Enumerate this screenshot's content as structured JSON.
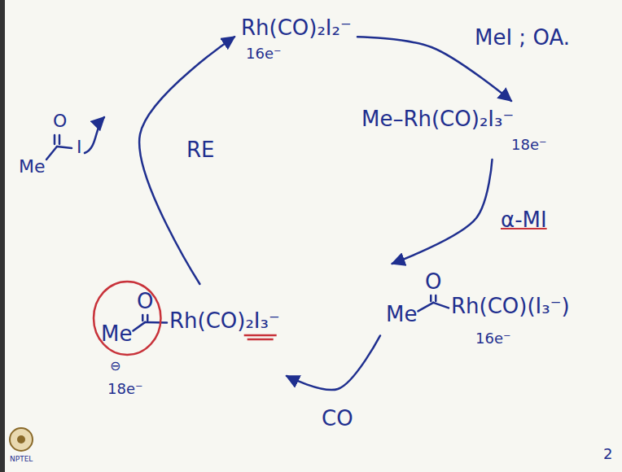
{
  "diagram": {
    "nodes": [
      {
        "text": [
          "Rh(CO)₂I₂⁻",
          "16e⁻"
        ]
      },
      {
        "text": [
          "Me–Rh(CO)₂I₃⁻",
          "18e⁻"
        ]
      },
      {
        "text": [
          "O",
          "Me",
          "Rh(CO)(I₃⁻)",
          "16e⁻"
        ]
      },
      {
        "text": [
          "O",
          "Me",
          "Rh(CO)₂I₃⁻",
          "18e⁻"
        ]
      }
    ],
    "edges": [
      {
        "from": 0,
        "to": 1,
        "arrow": "to",
        "label": "MeI ; OA."
      },
      {
        "from": 1,
        "to": 2,
        "arrow": "to",
        "label": "α-MI"
      },
      {
        "from": 2,
        "to": 3,
        "arrow": "to",
        "label": "CO"
      },
      {
        "from": 3,
        "to": 0,
        "arrow": "to",
        "label": "RE"
      }
    ],
    "labels": [
      "O",
      "Me",
      "I",
      "⊖",
      "NPTEL",
      "2"
    ]
  }
}
